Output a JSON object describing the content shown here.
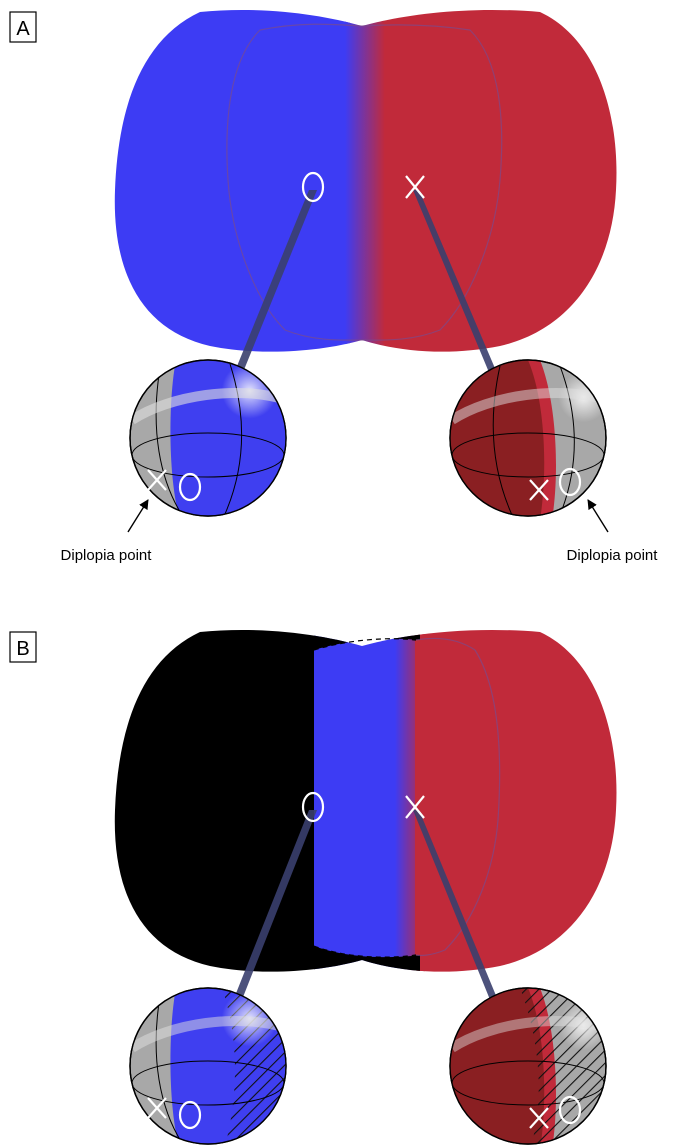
{
  "figure": {
    "panels": [
      {
        "label": "A",
        "fixation_left_symbol": "O",
        "fixation_right_symbol": "X",
        "left_eye_marks": [
          "X",
          "O"
        ],
        "right_eye_marks": [
          "X",
          "O"
        ],
        "annotations": [
          "Diplopia point",
          "Diplopia point"
        ]
      },
      {
        "label": "B",
        "fixation_left_symbol": "O",
        "fixation_right_symbol": "X",
        "left_eye_marks": [
          "X",
          "O"
        ],
        "right_eye_marks": [
          "X",
          "O"
        ]
      }
    ]
  },
  "colors": {
    "left_field": "#3d3cf4",
    "right_field": "#c12a3a",
    "suppressed": "#000000",
    "eye_grey": "#a8a8a8",
    "eye_blue": "#3f3ff0",
    "eye_red": "#8a1f22",
    "ray": "#3a3f6e"
  }
}
